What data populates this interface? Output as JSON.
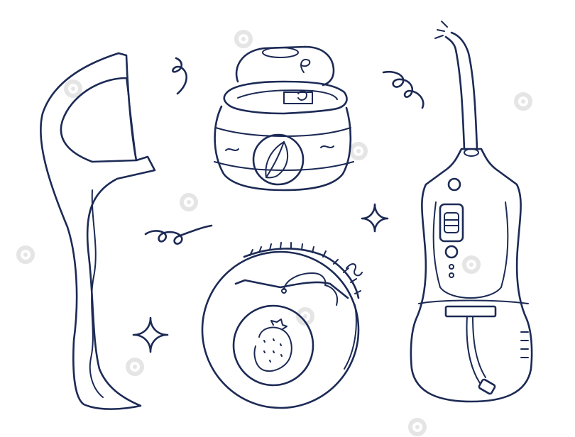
{
  "image": {
    "style": "line-art doodle",
    "stroke_color": "#1c2a55",
    "background_color": "#ffffff",
    "watermark_color": "#cfcfcf",
    "objects": [
      "floss-pick",
      "floss-container-with-leaf",
      "floss-roll-with-strawberry",
      "water-flosser"
    ],
    "decorations": [
      "squiggle",
      "sparkle"
    ]
  }
}
